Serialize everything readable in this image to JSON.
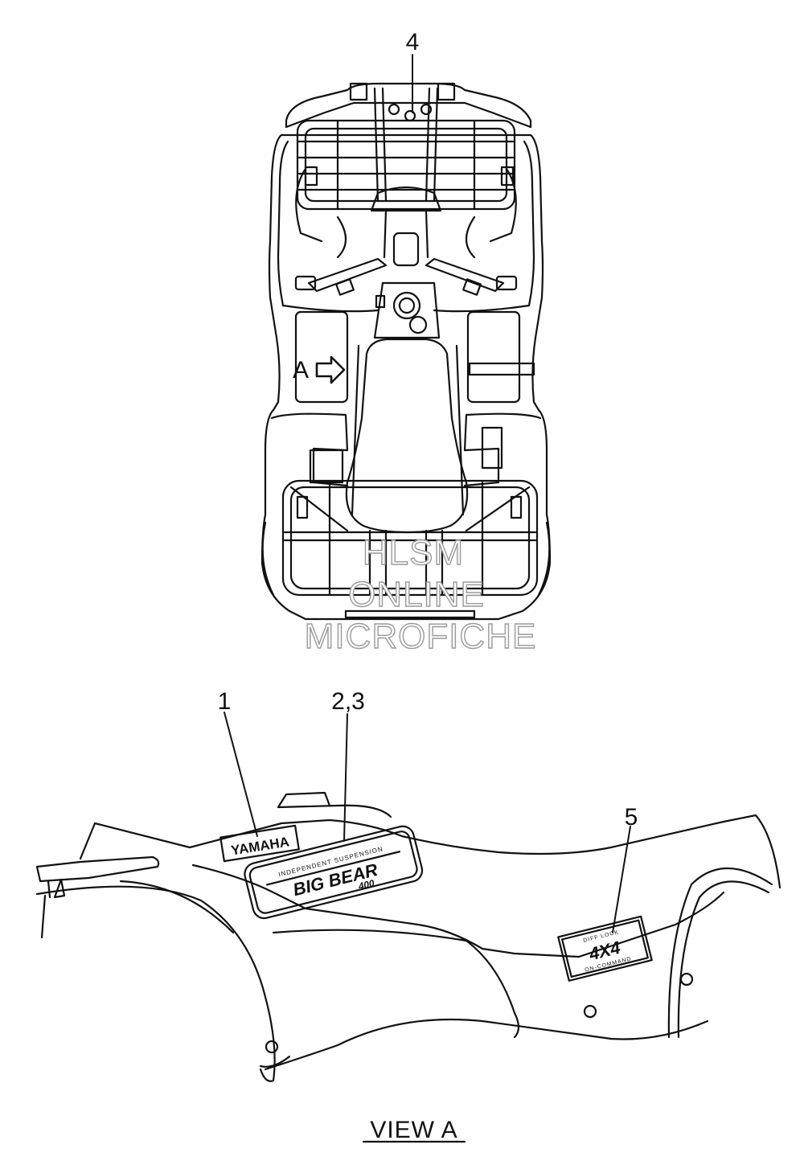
{
  "callouts": {
    "top_part": "4",
    "view_arrow": "A",
    "part_1": "1",
    "part_2_3": "2,3",
    "part_5": "5"
  },
  "view_title": "VIEW A",
  "watermark": {
    "line1": "HLSM",
    "line2": "ONLINE",
    "line3": "MICROFICHE"
  },
  "decals": {
    "brand": "YAMAHA",
    "model_top": "INDEPENDENT SUSPENSION",
    "model_main": "BIG BEAR",
    "model_sub": "400",
    "fourbyfour_top": "DIFF LOCK",
    "fourbyfour_main": "4X4",
    "fourbyfour_sub": "ON-COMMAND"
  },
  "colors": {
    "line": "#111111",
    "watermark_outline": "#9a9a9a"
  }
}
